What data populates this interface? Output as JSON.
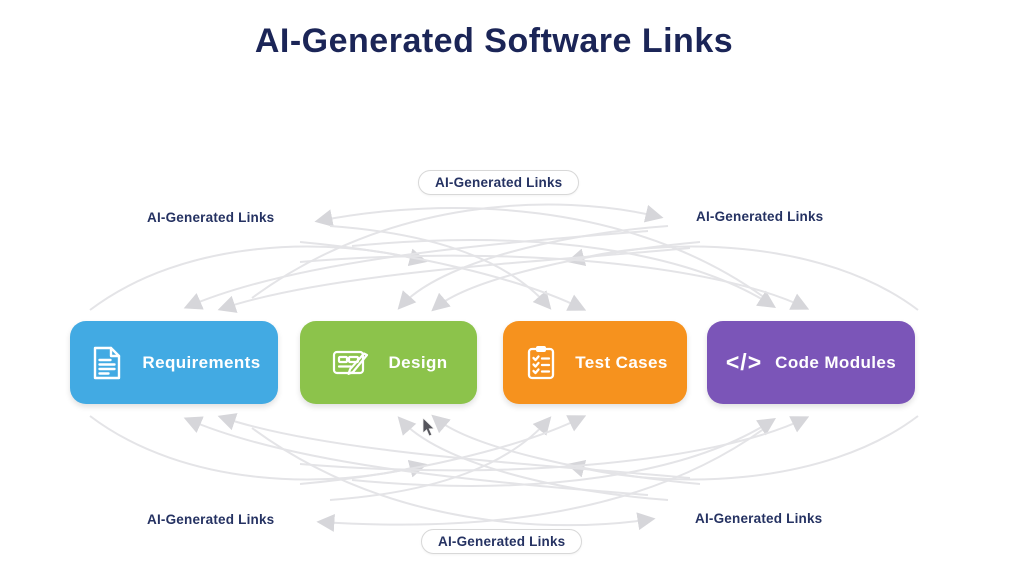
{
  "title": "AI-Generated Software Links",
  "labels": {
    "top_center": "AI-Generated Links",
    "top_left": "AI-Generated Links",
    "top_right": "AI-Generated Links",
    "bottom_left": "AI-Generated Links",
    "bottom_right": "AI-Generated Links",
    "bottom_center": "AI-Generated Links"
  },
  "nodes": [
    {
      "label": "Requirements",
      "color": "#42aae3",
      "icon": "document-icon"
    },
    {
      "label": "Design",
      "color": "#8cc34b",
      "icon": "design-board-icon"
    },
    {
      "label": "Test Cases",
      "color": "#f6921e",
      "icon": "clipboard-checklist-icon"
    },
    {
      "label": "Code Modules",
      "color": "#7b55b8",
      "icon": "code-icon",
      "icon_glyph": "</>"
    }
  ],
  "colors": {
    "title_text": "#1b2557",
    "label_text": "#253262",
    "arrow_stroke": "#e4e4e7",
    "arrowhead": "#d6d6da",
    "pill_border": "#d8d8d8",
    "background": "#ffffff"
  }
}
